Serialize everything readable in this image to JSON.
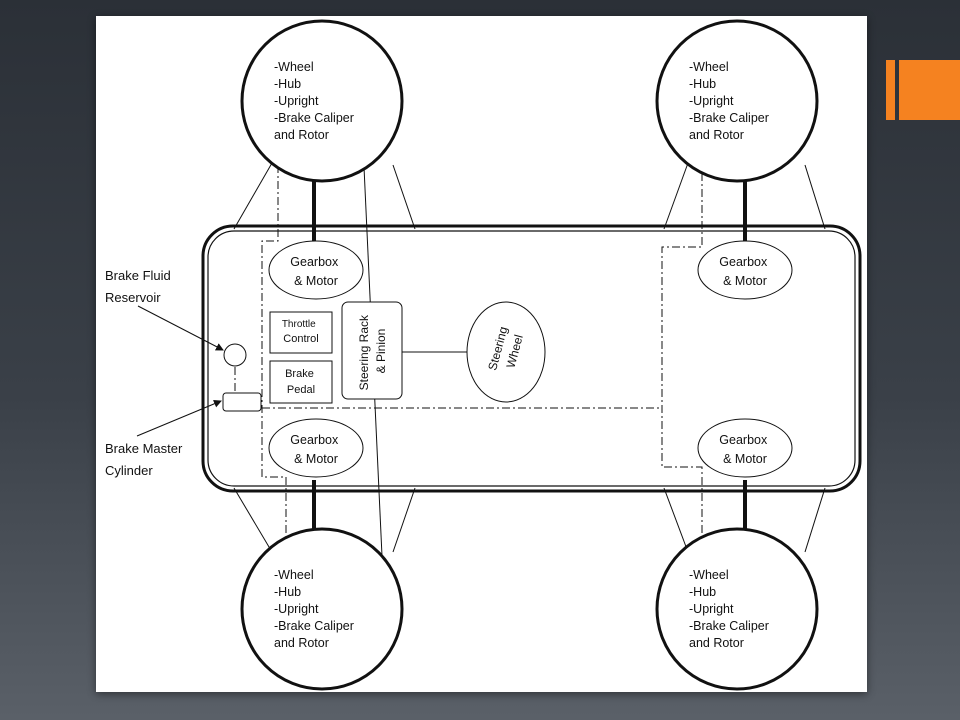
{
  "colors": {
    "accent": "#f58220",
    "background": "#2e343b",
    "panel": "#ffffff"
  },
  "wheels": {
    "front_left": [
      "-Wheel",
      "-Hub",
      "-Upright",
      "-Brake Caliper",
      "and Rotor"
    ],
    "front_right": [
      "-Wheel",
      "-Hub",
      "-Upright",
      "-Brake Caliper",
      "and Rotor"
    ],
    "rear_left": [
      "-Wheel",
      "-Hub",
      "-Upright",
      "-Brake Caliper",
      "and Rotor"
    ],
    "rear_right": [
      "-Wheel",
      "-Hub",
      "-Upright",
      "-Brake Caliper",
      "and Rotor"
    ]
  },
  "gearboxes": {
    "front_left": [
      "Gearbox",
      "& Motor"
    ],
    "front_right": [
      "Gearbox",
      "& Motor"
    ],
    "rear_left": [
      "Gearbox",
      "& Motor"
    ],
    "rear_right": [
      "Gearbox",
      "& Motor"
    ]
  },
  "controls": {
    "throttle": [
      "Throttle",
      "Control"
    ],
    "brake_pedal": [
      "Brake",
      "Pedal"
    ],
    "steering_rack": [
      "Steering Rack",
      "& Pinion"
    ],
    "steering_wheel": [
      "Steering",
      "Wheel"
    ]
  },
  "callouts": {
    "brake_fluid_reservoir": [
      "Brake Fluid",
      "Reservoir"
    ],
    "brake_master_cylinder": [
      "Brake Master",
      "Cylinder"
    ]
  }
}
